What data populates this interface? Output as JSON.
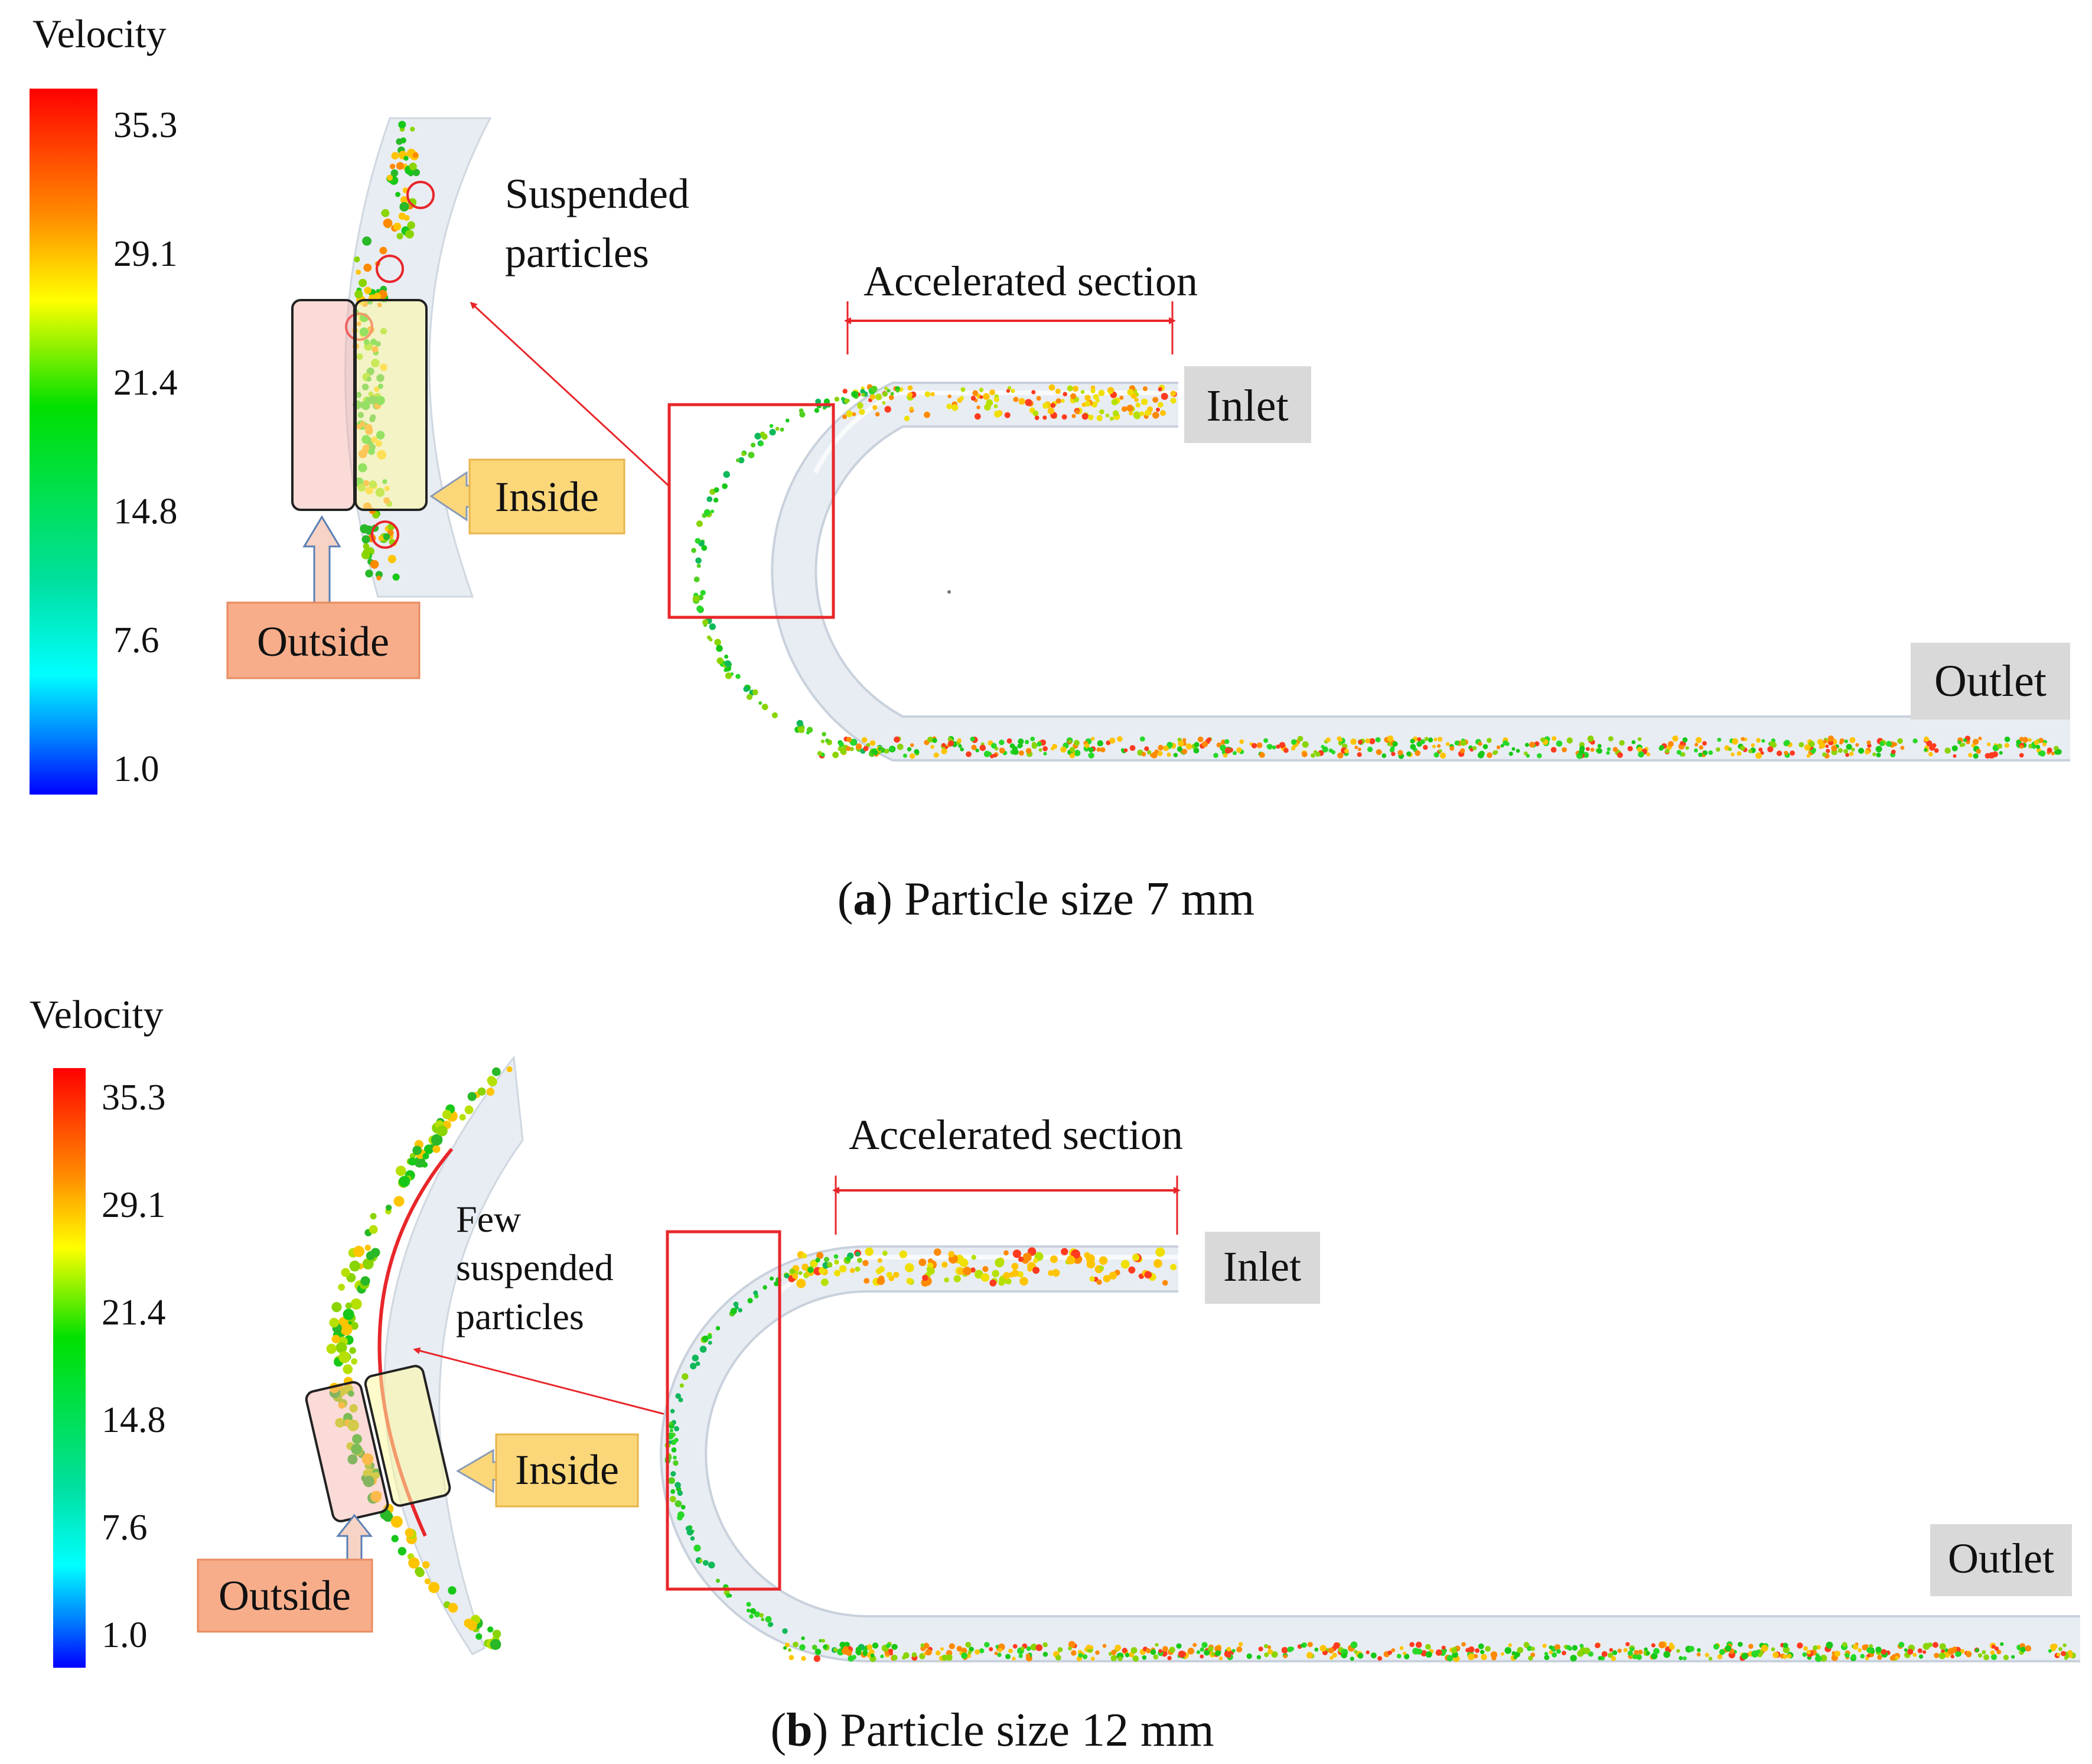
{
  "panel_a": {
    "legend_title": "Velocity",
    "legend_ticks": [
      "35.3",
      "29.1",
      "21.4",
      "14.8",
      "7.6",
      "1.0"
    ],
    "annotation": [
      "Suspended",
      "particles"
    ],
    "accelerated_label": "Accelerated section",
    "inlet": "Inlet",
    "outlet": "Outlet",
    "inside": "Inside",
    "outside": "Outside",
    "caption_letter": "a",
    "caption_text": "Particle size 7 mm"
  },
  "panel_b": {
    "legend_title": "Velocity",
    "legend_ticks": [
      "35.3",
      "29.1",
      "21.4",
      "14.8",
      "7.6",
      "1.0"
    ],
    "annotation": [
      "Few",
      "suspended",
      "particles"
    ],
    "accelerated_label": "Accelerated section",
    "inlet": "Inlet",
    "outlet": "Outlet",
    "inside": "Inside",
    "outside": "Outside",
    "caption_letter": "b",
    "caption_text": "Particle size 12 mm"
  },
  "colors": {
    "pipe": "#e8edf3",
    "highlight": "#e8262a",
    "label_gray": "#d9d9d9",
    "inside_yellow": "#fbd77a",
    "outside_salmon": "#f7ad8a",
    "arrow_fill": "#fbd77a",
    "outside_arrow_fill": "#f6d3c4"
  }
}
